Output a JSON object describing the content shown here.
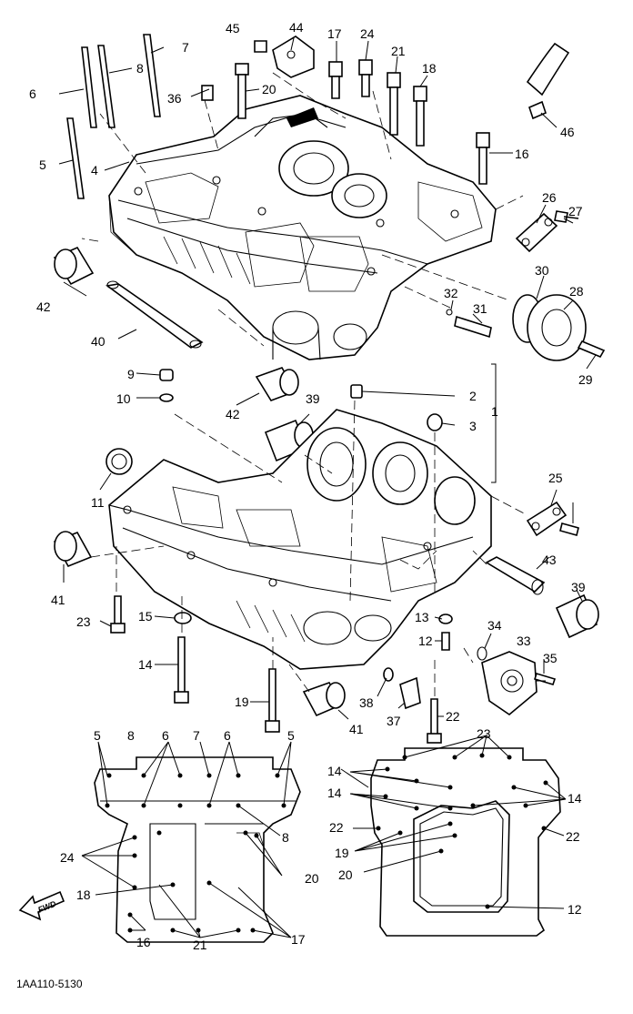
{
  "figure_code": "1AA110-5130",
  "front_label": "FWD",
  "callouts": {
    "c1": "1",
    "c2": "2",
    "c3": "3",
    "c4": "4",
    "c5": "5",
    "c6": "6",
    "c7": "7",
    "c8": "8",
    "c9": "9",
    "c10": "10",
    "c11": "11",
    "c12": "12",
    "c13": "13",
    "c14": "14",
    "c15": "15",
    "c16": "16",
    "c17": "17",
    "c18": "18",
    "c19": "19",
    "c20": "20",
    "c21": "21",
    "c22": "22",
    "c23": "23",
    "c24": "24",
    "c25": "25",
    "c26": "26",
    "c27": "27",
    "c28": "28",
    "c29": "29",
    "c30": "30",
    "c31": "31",
    "c32": "32",
    "c33": "33",
    "c34": "34",
    "c35": "35",
    "c36": "36",
    "c37": "37",
    "c38": "38",
    "c39": "39",
    "c40": "40",
    "c41": "41",
    "c42": "42",
    "c43": "43",
    "c44": "44",
    "c45": "45",
    "c46": "46"
  },
  "icons": [
    "front-direction-arrow-icon"
  ]
}
